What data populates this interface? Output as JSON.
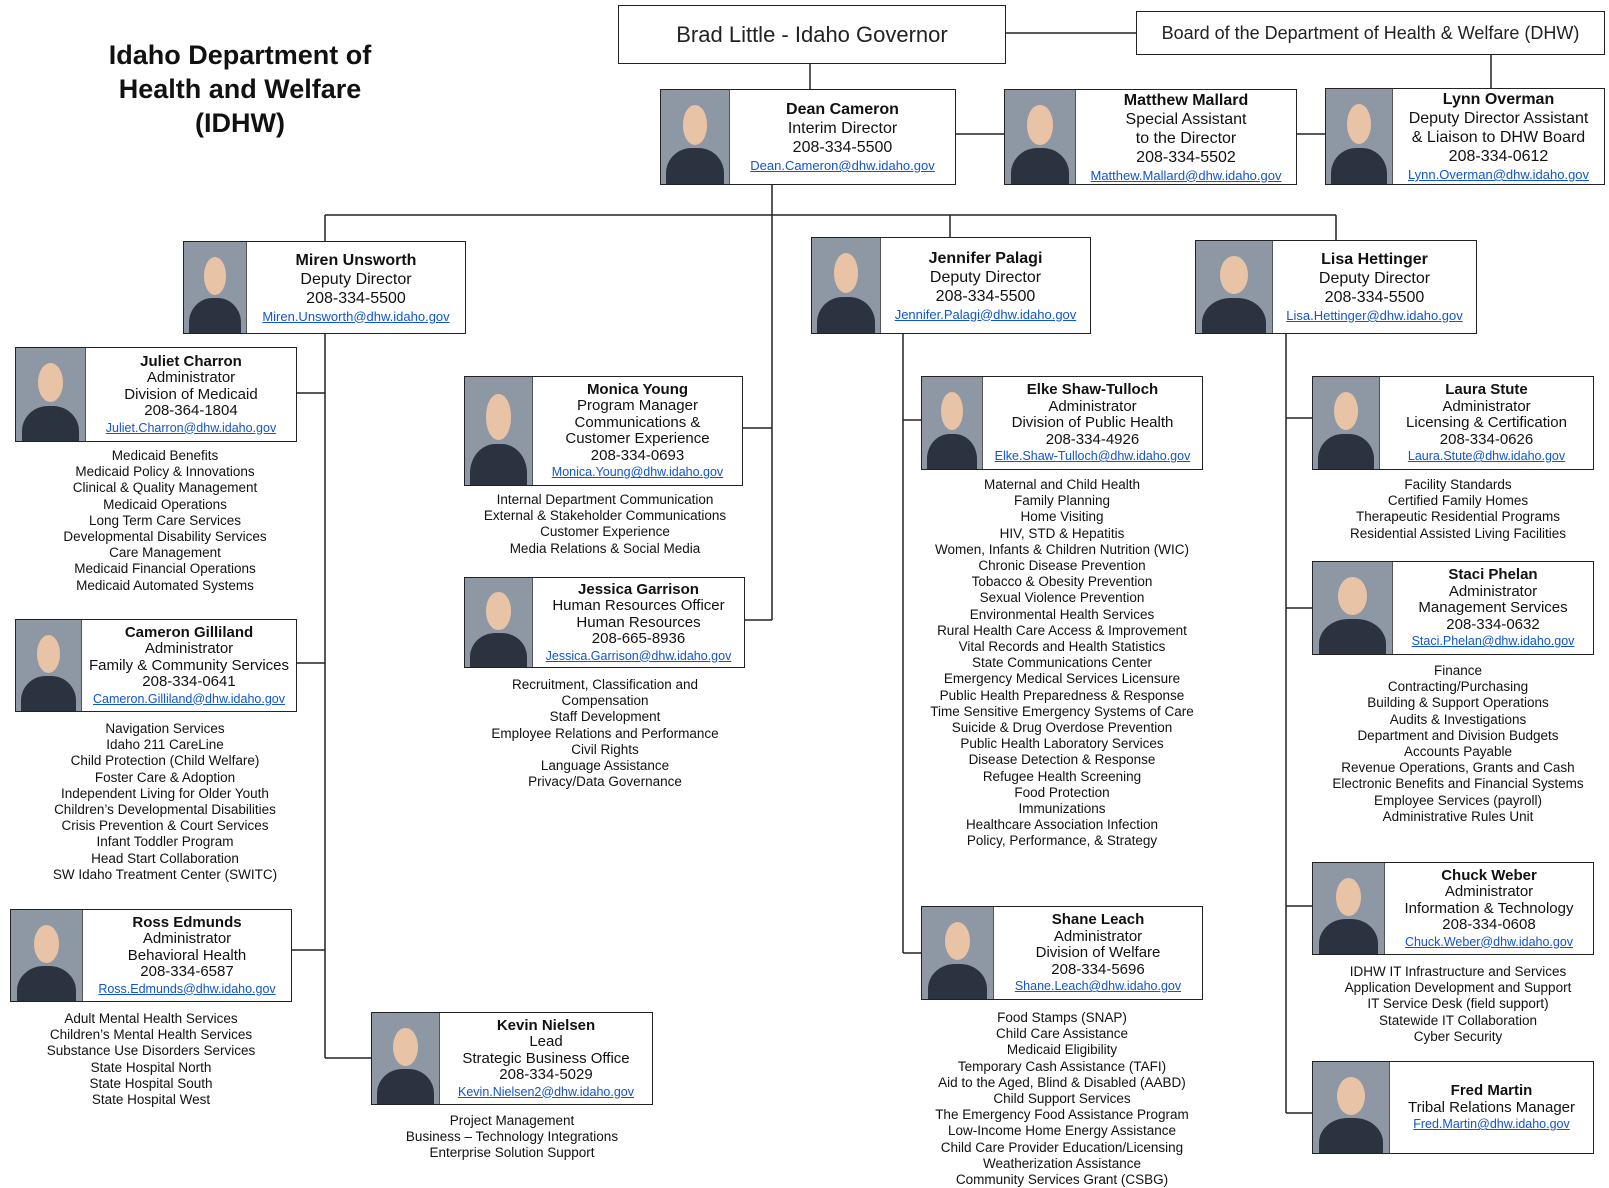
{
  "title": [
    "Idaho Department of",
    "Health and Welfare",
    "(IDHW)"
  ],
  "governor": "Brad Little - Idaho Governor",
  "board": "Board of the Department of Health & Welfare (DHW)",
  "people": {
    "director": {
      "lines": [
        "Dean Cameron",
        "Interim Director",
        "208-334-5500"
      ],
      "email": "Dean.Cameron@dhw.idaho.gov",
      "photo": "man-portrait-photo"
    },
    "mallard": {
      "lines": [
        "Matthew Mallard",
        "Special Assistant",
        "to the Director",
        "208-334-5502"
      ],
      "email": "Matthew.Mallard@dhw.idaho.gov",
      "photo": "man-portrait-photo"
    },
    "overman": {
      "lines": [
        "Lynn Overman",
        "Deputy Director Assistant",
        "& Liaison to DHW Board",
        "208-334-0612"
      ],
      "email": "Lynn.Overman@dhw.idaho.gov",
      "photo": "woman-portrait-photo"
    },
    "unsworth": {
      "lines": [
        "Miren Unsworth",
        "Deputy Director",
        "208-334-5500"
      ],
      "email": "Miren.Unsworth@dhw.idaho.gov",
      "photo": "woman-portrait-photo"
    },
    "palagi": {
      "lines": [
        "Jennifer Palagi",
        "Deputy Director",
        "208-334-5500"
      ],
      "email": "Jennifer.Palagi@dhw.idaho.gov",
      "photo": "woman-portrait-photo"
    },
    "hettinger": {
      "lines": [
        "Lisa Hettinger",
        "Deputy Director",
        "208-334-5500"
      ],
      "email": "Lisa.Hettinger@dhw.idaho.gov",
      "photo": "woman-portrait-photo"
    },
    "charron": {
      "lines": [
        "Juliet Charron",
        "Administrator",
        "Division of Medicaid",
        "208-364-1804"
      ],
      "email": "Juliet.Charron@dhw.idaho.gov",
      "photo": "woman-portrait-photo"
    },
    "gilliland": {
      "lines": [
        "Cameron Gilliland",
        "Administrator",
        "Family & Community Services",
        "208-334-0641"
      ],
      "email": "Cameron.Gilliland@dhw.idaho.gov",
      "photo": "man-portrait-photo"
    },
    "edmunds": {
      "lines": [
        "Ross Edmunds",
        "Administrator",
        "Behavioral Health",
        "208-334-6587"
      ],
      "email": "Ross.Edmunds@dhw.idaho.gov",
      "photo": "man-portrait-photo"
    },
    "young": {
      "lines": [
        "Monica Young",
        "Program Manager",
        "Communications &",
        "Customer Experience",
        "208-334-0693"
      ],
      "email": "Monica.Young@dhw.idaho.gov",
      "photo": "woman-portrait-photo"
    },
    "garrison": {
      "lines": [
        "Jessica Garrison",
        "Human Resources Officer",
        "Human Resources",
        "208-665-8936"
      ],
      "email": "Jessica.Garrison@dhw.idaho.gov",
      "photo": "woman-portrait-photo"
    },
    "nielsen": {
      "lines": [
        "Kevin Nielsen",
        "Lead",
        "Strategic Business Office",
        "208-334-5029"
      ],
      "email": "Kevin.Nielsen2@dhw.idaho.gov",
      "photo": "man-portrait-photo"
    },
    "shawtulloch": {
      "lines": [
        "Elke Shaw-Tulloch",
        "Administrator",
        "Division of Public Health",
        "208-334-4926"
      ],
      "email": "Elke.Shaw-Tulloch@dhw.idaho.gov",
      "photo": "woman-portrait-photo"
    },
    "leach": {
      "lines": [
        "Shane Leach",
        "Administrator",
        "Division of Welfare",
        "208-334-5696"
      ],
      "email": "Shane.Leach@dhw.idaho.gov",
      "photo": "man-portrait-photo"
    },
    "stute": {
      "lines": [
        "Laura Stute",
        "Administrator",
        "Licensing & Certification",
        "208-334-0626"
      ],
      "email": "Laura.Stute@dhw.idaho.gov",
      "photo": "woman-portrait-photo"
    },
    "phelan": {
      "lines": [
        "Staci Phelan",
        "Administrator",
        "Management Services",
        "208-334-0632"
      ],
      "email": "Staci.Phelan@dhw.idaho.gov",
      "photo": "woman-portrait-photo"
    },
    "weber": {
      "lines": [
        "Chuck Weber",
        "Administrator",
        "Information & Technology",
        "208-334-0608"
      ],
      "email": "Chuck.Weber@dhw.idaho.gov",
      "photo": "man-portrait-photo"
    },
    "martin": {
      "lines": [
        "Fred Martin",
        "Tribal Relations Manager"
      ],
      "email": "Fred.Martin@dhw.idaho.gov",
      "photo": "man-portrait-photo"
    }
  },
  "services": {
    "medicaid": [
      "Medicaid Benefits",
      "Medicaid Policy & Innovations",
      "Clinical & Quality Management",
      "Medicaid Operations",
      "Long Term Care Services",
      "Developmental Disability Services",
      "Care Management",
      "Medicaid Financial Operations",
      "Medicaid Automated Systems"
    ],
    "fcs": [
      "Navigation Services",
      "Idaho 211 CareLine",
      "Child Protection (Child Welfare)",
      "Foster Care & Adoption",
      "Independent Living for Older Youth",
      "Children’s Developmental Disabilities",
      "Crisis Prevention & Court Services",
      "Infant Toddler Program",
      "Head Start Collaboration",
      "SW Idaho Treatment Center (SWITC)"
    ],
    "bh": [
      "Adult Mental Health Services",
      "Children’s Mental Health Services",
      "Substance Use Disorders Services",
      "State Hospital North",
      "State Hospital South",
      "State Hospital West"
    ],
    "comms": [
      "Internal Department Communication",
      "External & Stakeholder Communications",
      "Customer Experience",
      "Media Relations & Social Media"
    ],
    "hr": [
      "Recruitment, Classification and",
      "Compensation",
      "Staff Development",
      "Employee Relations and Performance",
      "Civil Rights",
      "Language Assistance",
      "Privacy/Data Governance"
    ],
    "sbo": [
      "Project Management",
      "Business – Technology Integrations",
      "Enterprise Solution Support"
    ],
    "publichealth": [
      "Maternal and Child Health",
      "Family Planning",
      "Home Visiting",
      "HIV, STD & Hepatitis",
      "Women, Infants & Children Nutrition (WIC)",
      "Chronic Disease Prevention",
      "Tobacco & Obesity Prevention",
      "Sexual Violence Prevention",
      "Environmental Health Services",
      "Rural Health Care Access & Improvement",
      "Vital Records and Health Statistics",
      "State Communications Center",
      "Emergency Medical Services Licensure",
      "Public Health Preparedness & Response",
      "Time Sensitive Emergency Systems of Care",
      "Suicide & Drug Overdose Prevention",
      "Public Health Laboratory Services",
      "Disease Detection & Response",
      "Refugee Health Screening",
      "Food Protection",
      "Immunizations",
      "Healthcare Association Infection",
      "Policy, Performance, & Strategy"
    ],
    "welfare": [
      "Food Stamps (SNAP)",
      "Child Care Assistance",
      "Medicaid Eligibility",
      "Temporary Cash Assistance (TAFI)",
      "Aid to the Aged, Blind & Disabled (AABD)",
      "Child Support Services",
      "The Emergency Food Assistance Program",
      "Low-Income Home Energy Assistance",
      "Child Care Provider Education/Licensing",
      "Weatherization Assistance",
      "Community Services Grant (CSBG)"
    ],
    "licensing": [
      "Facility Standards",
      "Certified Family Homes",
      "Therapeutic Residential Programs",
      "Residential Assisted Living Facilities"
    ],
    "mgmt": [
      "Finance",
      "Contracting/Purchasing",
      "Building & Support Operations",
      "Audits & Investigations",
      "Department and Division Budgets",
      "Accounts Payable",
      "Revenue Operations, Grants and Cash",
      "Electronic Benefits and Financial Systems",
      "Employee Services (payroll)",
      "Administrative Rules Unit"
    ],
    "it": [
      "IDHW IT Infrastructure and Services",
      "Application Development and Support",
      "IT Service Desk (field support)",
      "Statewide IT Collaboration",
      "Cyber Security"
    ]
  }
}
